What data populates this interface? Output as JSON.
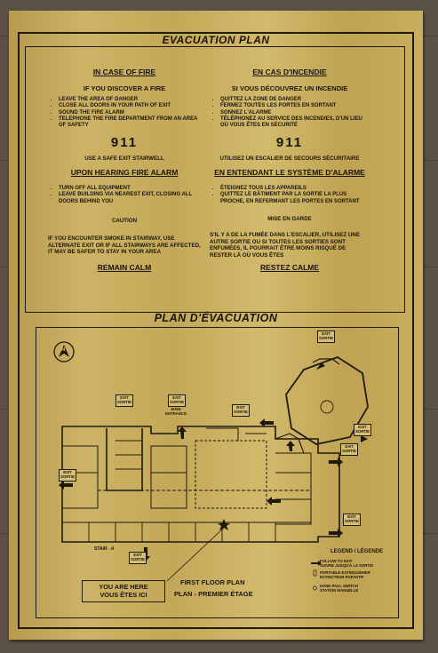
{
  "sign": {
    "title_en": "EVACUATION PLAN",
    "title_fr": "PLAN D'ÉVACUATION"
  },
  "english": {
    "heading": "IN CASE OF FIRE",
    "discover": "IF YOU DISCOVER A FIRE",
    "discover_steps": [
      "LEAVE THE AREA OF DANGER",
      "CLOSE ALL DOORS IN YOUR PATH OF EXIT",
      "SOUND THE FIRE ALARM",
      "TELEPHONE THE FIRE DEPARTMENT FROM AN AREA OF SAFETY"
    ],
    "phone": "911",
    "stairwell": "USE A SAFE EXIT STAIRWELL",
    "alarm_heading": "UPON HEARING FIRE ALARM",
    "alarm_steps": [
      "TURN OFF ALL EQUIPMENT",
      "LEAVE BUILDING VIA NEAREST EXIT, CLOSING ALL DOORS BEHIND YOU"
    ],
    "caution": "CAUTION",
    "smoke": "IF YOU ENCOUNTER SMOKE IN STAIRWAY, USE ALTERNATE EXIT OR IF ALL STAIRWAYS ARE AFFECTED, IT MAY BE SAFER TO STAY IN YOUR AREA",
    "remain": "REMAIN CALM"
  },
  "french": {
    "heading": "EN CAS D'INCENDIE",
    "discover": "SI VOUS DÉCOUVREZ UN INCENDIE",
    "discover_steps": [
      "QUITTEZ LA ZONE DE DANGER",
      "FERMEZ TOUTES LES PORTES EN SORTANT",
      "SONNEZ L'ALARME",
      "TÉLÉPHONEZ AU SERVICE DES INCENDIES, D'UN LIEU OÙ VOUS ÊTES EN SÉCURITÉ"
    ],
    "phone": "911",
    "stairwell": "UTILISEZ UN ESCALIER DE SECOURS SÉCURITAIRE",
    "alarm_heading": "EN ENTENDANT LE SYSTÈME D'ALARME",
    "alarm_steps": [
      "ÉTEIGNEZ TOUS LES APPAREILS",
      "QUITTEZ LE BÂTIMENT PAR LA SORTIE LA PLUS PROCHE, EN REFERMANT LES PORTES EN SORTANT"
    ],
    "caution": "MISE EN GARDE",
    "smoke": "S'IL Y A DE LA FUMÉE DANS L'ESCALIER, UTILISEZ UNE AUTRE SORTIE OU SI TOUTES LES SORTIES SONT ENFUMÉES, IL POURRAIT ÊTRE MOINS RISQUÉ DE RESTER LÀ OÙ VOUS ÊTES",
    "remain": "RESTEZ CALME"
  },
  "map": {
    "exit_en": "EXIT",
    "exit_fr": "SORTIE",
    "main_entrance": "MAIN ENTRANCE",
    "stair": "STAIR - A",
    "north": "N",
    "you_are_here_en": "YOU ARE HERE",
    "you_are_here_fr": "VOUS ÊTES ICI",
    "floor_en": "FIRST FLOOR PLAN",
    "floor_fr": "PLAN - PREMIER ÉTAGE",
    "legend_title": "LEGEND / LÉGENDE",
    "legend": [
      {
        "en": "FOLLOW TO EXIT",
        "fr": "SUIVRE JUSQU'À LA SORTIE"
      },
      {
        "en": "PORTABLE EXTINGUISHER",
        "fr": "EXTINCTEUR PORTATIF"
      },
      {
        "en": "HAND PULL SWITCH",
        "fr": "STATION MANUELLE"
      }
    ]
  }
}
